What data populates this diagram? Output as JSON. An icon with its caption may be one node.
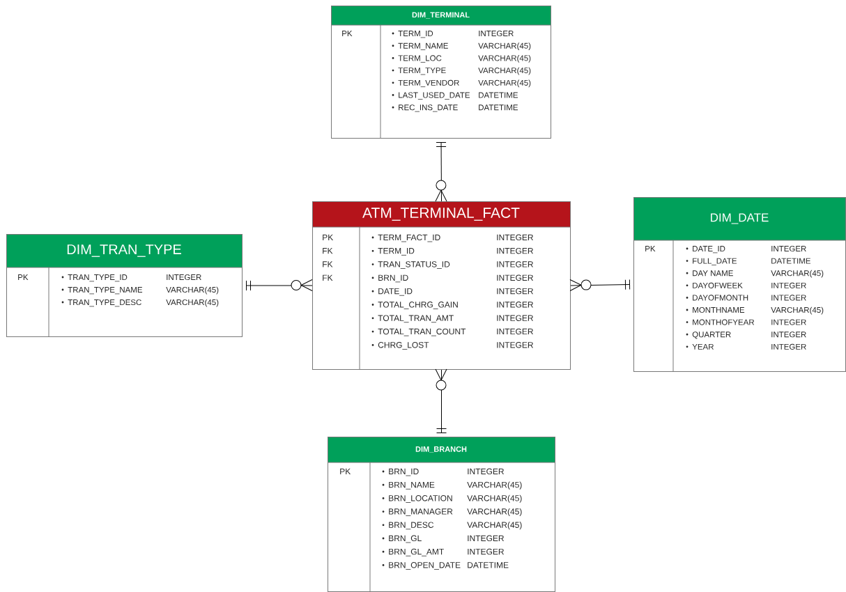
{
  "diagram": {
    "nodes": [
      {
        "text": [
          "DIM_TERMINAL"
        ]
      },
      {
        "text": [
          "PK"
        ],
        "in": 0
      },
      {
        "text": [
          "TERM_ID",
          "INTEGER",
          "TERM_NAME",
          "VARCHAR(45)",
          "TERM_LOC",
          "VARCHAR(45)",
          "TERM_TYPE",
          "VARCHAR(45)",
          "TERM_VENDOR",
          "VARCHAR(45)",
          "LAST_USED_DATE",
          "DATETIME",
          "REC_INS_DATE",
          "DATETIME"
        ],
        "in": 0
      },
      {
        "text": [
          "DIM_TRAN_TYPE"
        ]
      },
      {
        "text": [
          "PK"
        ],
        "in": 3
      },
      {
        "text": [
          "TRAN_TYPE_ID",
          "INTEGER",
          "TRAN_TYPE_NAME",
          "VARCHAR(45)",
          "TRAN_TYPE_DESC",
          "VARCHAR(45)"
        ],
        "in": 3
      },
      {
        "text": [
          "ATM_TERMINAL_FACT"
        ]
      },
      {
        "text": [
          "PK",
          "FK",
          "FK",
          "FK"
        ],
        "in": 6
      },
      {
        "text": [
          "TERM_FACT_ID",
          "INTEGER",
          "TERM_ID",
          "INTEGER",
          "TRAN_STATUS_ID",
          "INTEGER",
          "BRN_ID",
          "INTEGER",
          "DATE_ID",
          "INTEGER",
          "TOTAL_CHRG_GAIN",
          "INTEGER",
          "TOTAL_TRAN_AMT",
          "INTEGER",
          "TOTAL_TRAN_COUNT",
          "INTEGER",
          "CHRG_LOST",
          "INTEGER"
        ],
        "in": 6
      },
      {
        "text": [
          "DIM_DATE"
        ]
      },
      {
        "text": [
          "PK"
        ],
        "in": 9
      },
      {
        "text": [
          "DATE_ID",
          "INTEGER",
          "FULL_DATE",
          "DATETIME",
          "DAY NAME",
          "VARCHAR(45)",
          "DAYOFWEEK",
          "INTEGER",
          "DAYOFMONTH",
          "INTEGER",
          "MONTHNAME",
          "VARCHAR(45)",
          "MONTHOFYEAR",
          "INTEGER",
          "QUARTER",
          "INTEGER",
          "YEAR",
          "INTEGER"
        ],
        "in": 9
      },
      {
        "text": [
          "DIM_BRANCH"
        ]
      },
      {
        "text": [
          "PK"
        ],
        "in": 12
      },
      {
        "text": [
          "BRN_ID",
          "INTEGER",
          "BRN_NAME",
          "VARCHAR(45)",
          "BRN_LOCATION",
          "VARCHAR(45)",
          "BRN_MANAGER",
          "VARCHAR(45)",
          "BRN_DESC",
          "VARCHAR(45)",
          "BRN_GL",
          "INTEGER",
          "BRN_GL_AMT",
          "INTEGER",
          "BRN_OPEN_DATE",
          "DATETIME"
        ],
        "in": 12
      }
    ],
    "edges": [
      {
        "from": 0,
        "to": 6,
        "arrow": "other"
      },
      {
        "from": 3,
        "to": 6,
        "arrow": "other"
      },
      {
        "from": 9,
        "to": 6,
        "arrow": "other"
      },
      {
        "from": 12,
        "to": 6,
        "arrow": "other"
      }
    ]
  }
}
